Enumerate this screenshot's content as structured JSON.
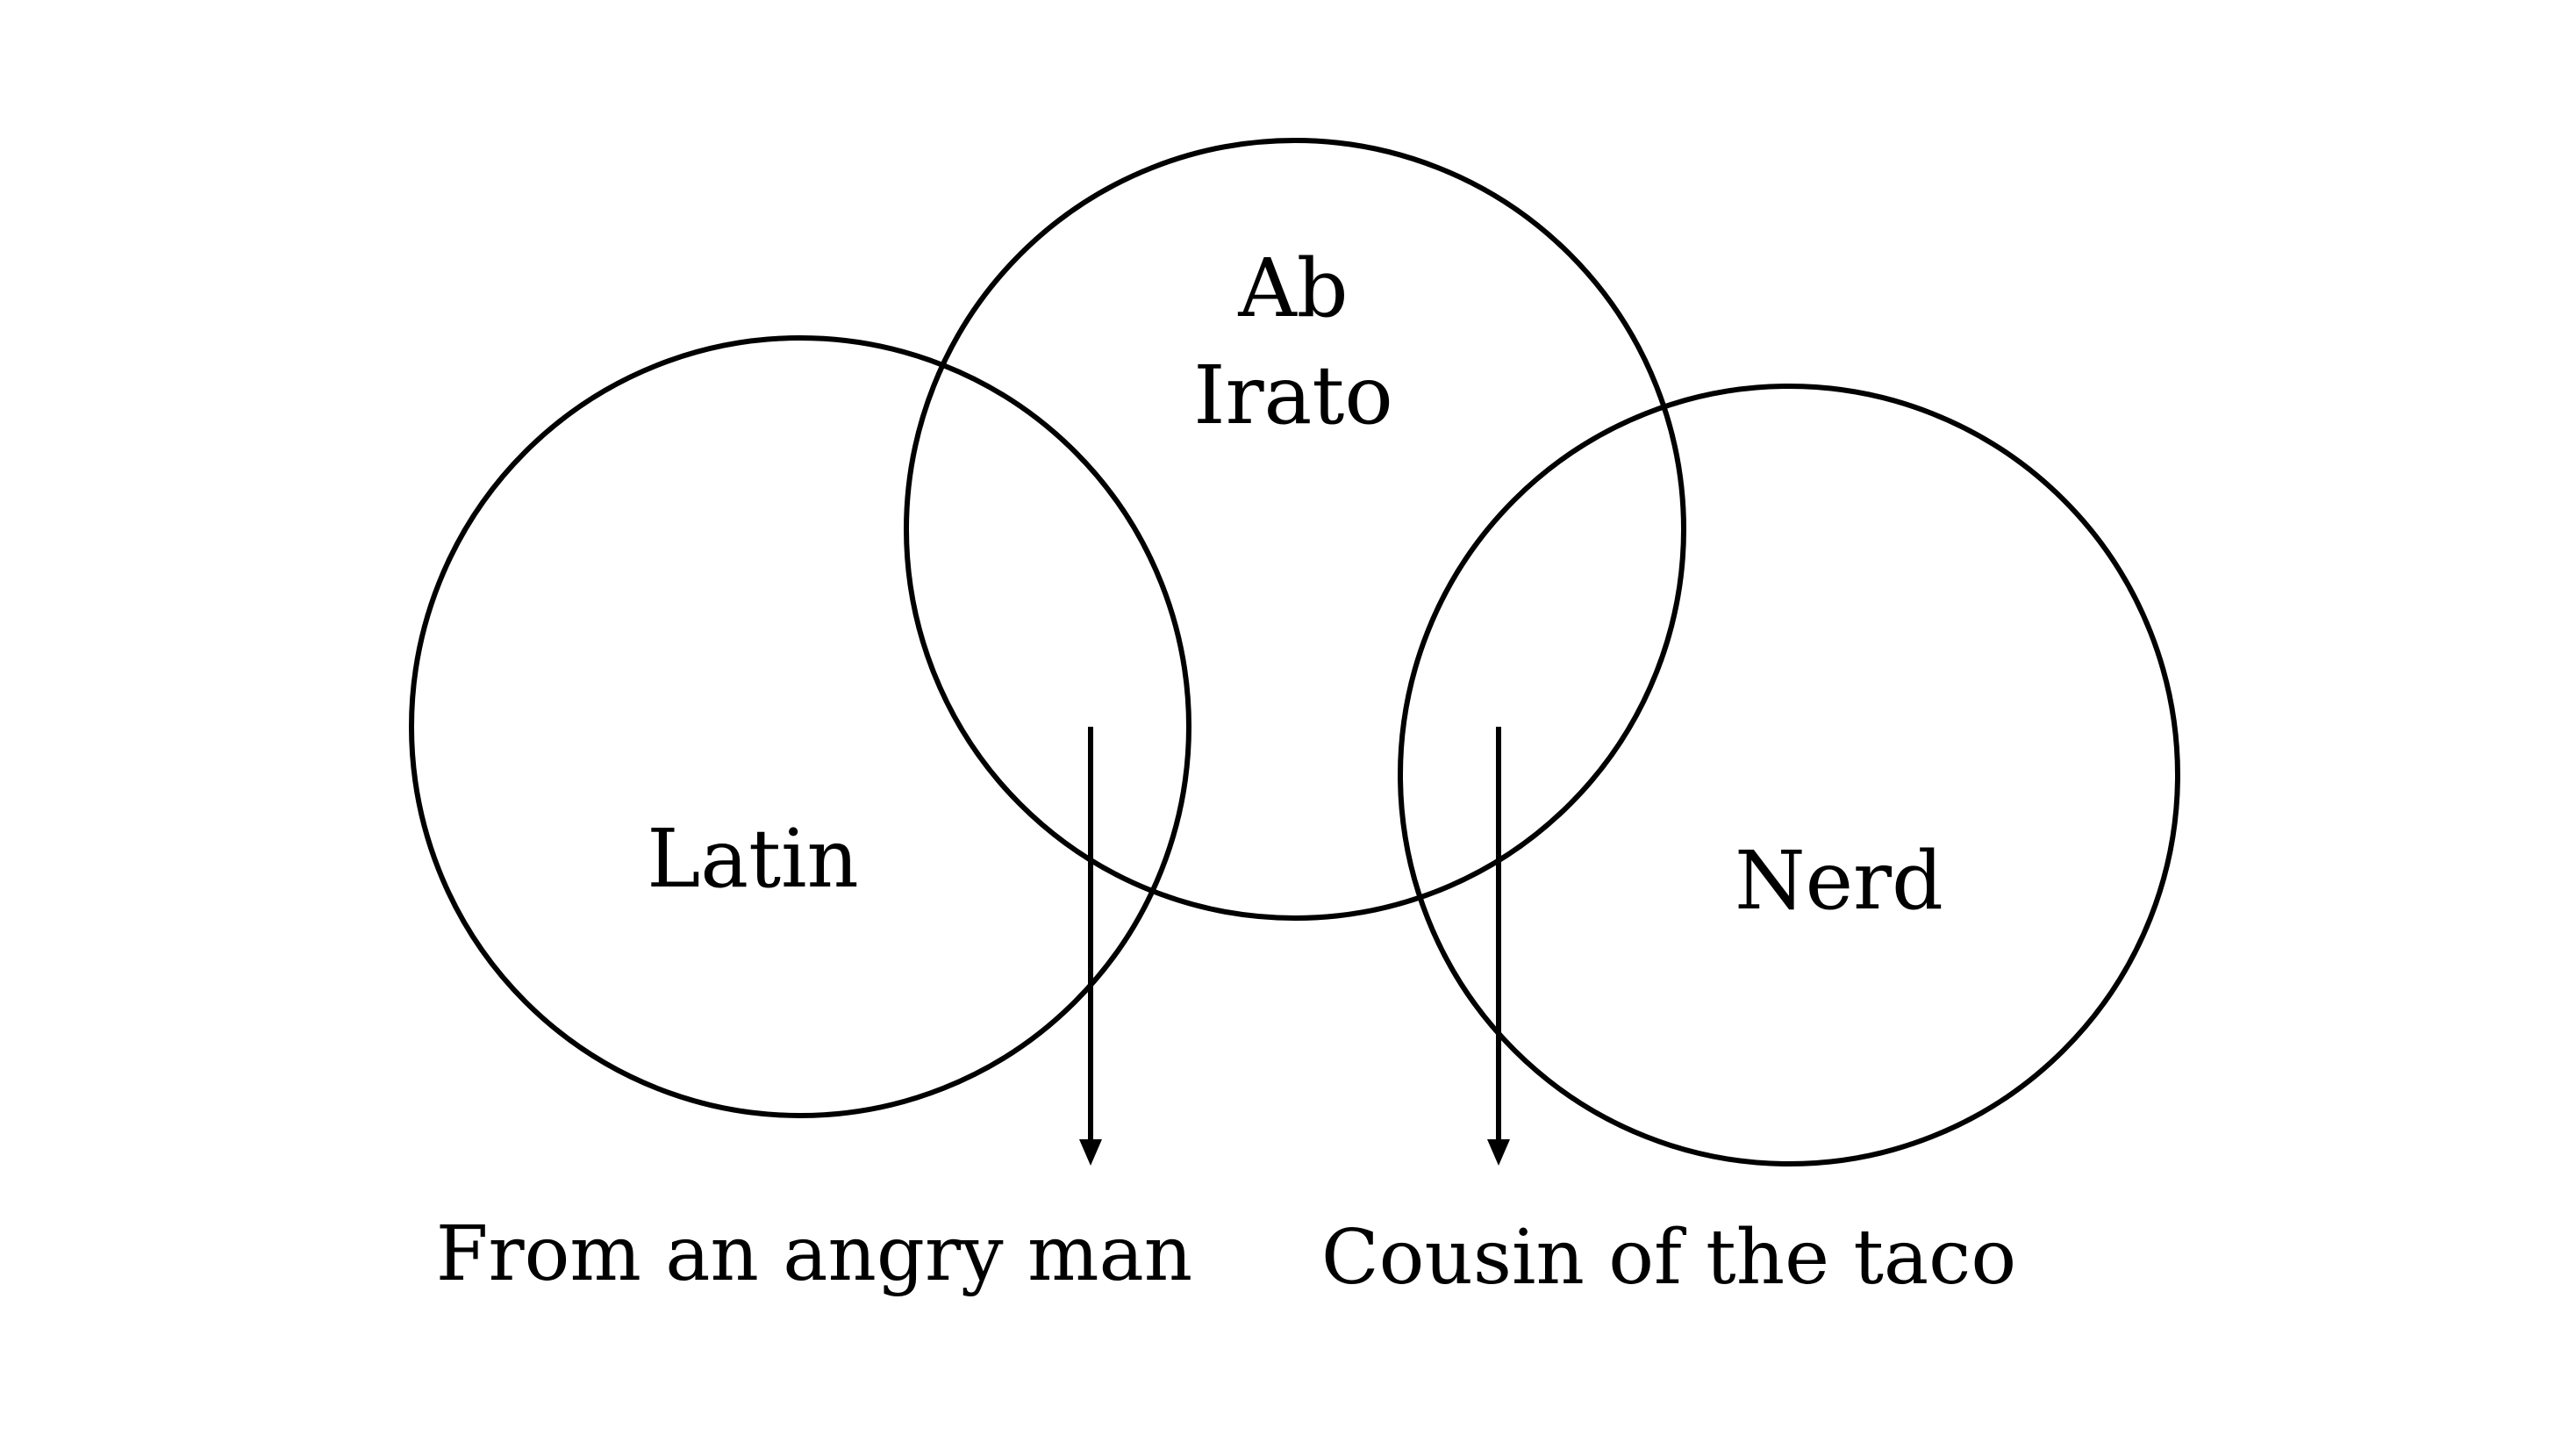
{
  "diagram": {
    "type": "venn",
    "circles": [
      {
        "id": "latin",
        "label": "Latin"
      },
      {
        "id": "ab-irato",
        "label_lines": [
          "Ab",
          "Irato"
        ]
      },
      {
        "id": "nerd",
        "label": "Nerd"
      }
    ],
    "arrows": [
      {
        "from": "latin ∩ ab-irato",
        "caption": "From an angry man"
      },
      {
        "from": "ab-irato ∩ nerd",
        "caption": "Cousin of the taco"
      }
    ],
    "colors": {
      "stroke": "#000000",
      "background": "#ffffff"
    }
  }
}
